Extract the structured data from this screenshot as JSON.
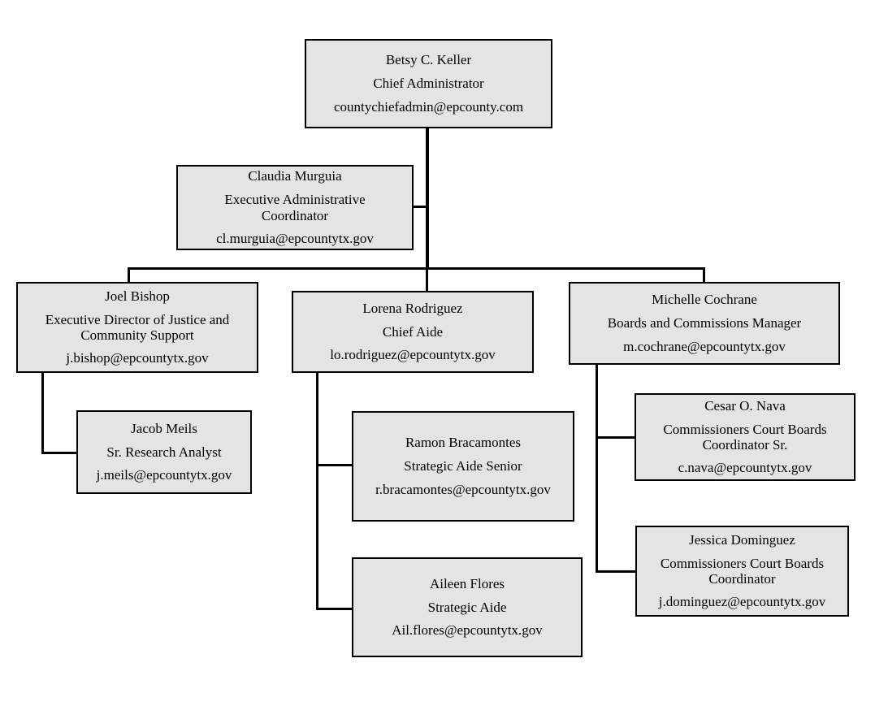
{
  "chart_data": {
    "type": "diagram",
    "diagram_kind": "organizational-chart",
    "title": "",
    "colors": {
      "node_fill": "#e4e4e4",
      "node_border": "#000000",
      "connector": "#000000",
      "background": "#ffffff",
      "text": "#000000"
    },
    "nodes": [
      {
        "id": "betsy-keller",
        "name": "Betsy C. Keller",
        "title": "Chief Administrator",
        "email": "countychiefadmin@epcounty.com",
        "level": 0,
        "parent": null
      },
      {
        "id": "claudia-murguia",
        "name": "Claudia Murguia",
        "title": "Executive Administrative Coordinator",
        "email": "cl.murguia@epcountytx.gov",
        "level": 1,
        "parent": "betsy-keller"
      },
      {
        "id": "joel-bishop",
        "name": "Joel Bishop",
        "title": "Executive Director of Justice and Community Support",
        "email": "j.bishop@epcountytx.gov",
        "level": 2,
        "parent": "betsy-keller"
      },
      {
        "id": "lorena-rodriguez",
        "name": "Lorena Rodriguez",
        "title": "Chief Aide",
        "email": "lo.rodriguez@epcountytx.gov",
        "level": 2,
        "parent": "betsy-keller"
      },
      {
        "id": "michelle-cochrane",
        "name": "Michelle Cochrane",
        "title": "Boards and Commissions Manager",
        "email": "m.cochrane@epcountytx.gov",
        "level": 2,
        "parent": "betsy-keller"
      },
      {
        "id": "jacob-meils",
        "name": "Jacob Meils",
        "title": "Sr. Research Analyst",
        "email": "j.meils@epcountytx.gov",
        "level": 3,
        "parent": "joel-bishop"
      },
      {
        "id": "ramon-bracamontes",
        "name": "Ramon Bracamontes",
        "title": "Strategic Aide Senior",
        "email": "r.bracamontes@epcountytx.gov",
        "level": 3,
        "parent": "lorena-rodriguez"
      },
      {
        "id": "aileen-flores",
        "name": "Aileen Flores",
        "title": "Strategic Aide",
        "email": "Ail.flores@epcountytx.gov",
        "level": 3,
        "parent": "lorena-rodriguez"
      },
      {
        "id": "cesar-nava",
        "name": "Cesar O. Nava",
        "title": "Commissioners Court Boards Coordinator Sr.",
        "email": "c.nava@epcountytx.gov",
        "level": 3,
        "parent": "michelle-cochrane"
      },
      {
        "id": "jessica-dominguez",
        "name": "Jessica Dominguez",
        "title": "Commissioners Court Boards Coordinator",
        "email": "j.dominguez@epcountytx.gov",
        "level": 3,
        "parent": "michelle-cochrane"
      }
    ]
  }
}
